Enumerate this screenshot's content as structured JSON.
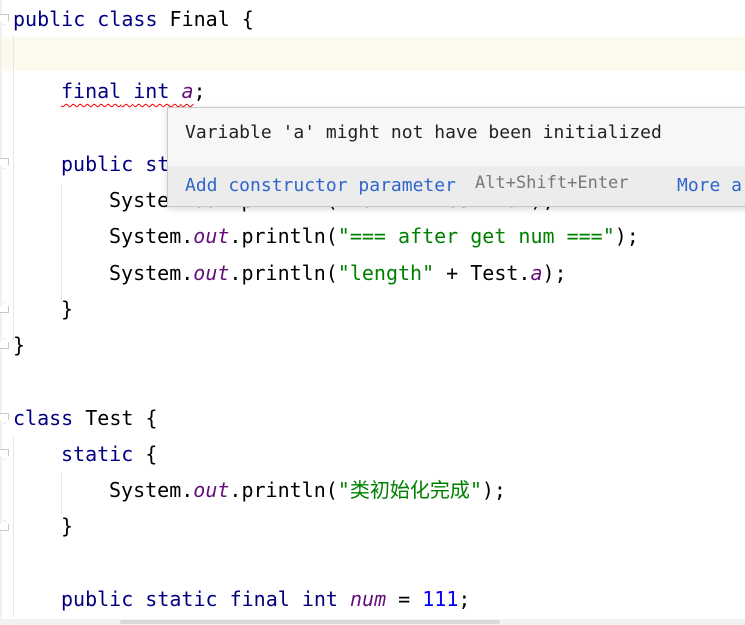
{
  "editor": {
    "lines": {
      "l1": {
        "kw": "public class",
        "rest": " Final {"
      },
      "l3": {
        "kw1": "final",
        "kw2": "int",
        "var": "a",
        "semi": ";"
      },
      "l5": {
        "kw": "public st"
      },
      "l6": {
        "text": "System.out.println(\"num\" + Test.num);"
      },
      "l7": {
        "pre": "System.",
        "field": "out",
        "mid": ".println(",
        "str": "\"=== after get num ===\"",
        "end": ");"
      },
      "l8": {
        "pre": "System.",
        "field": "out",
        "mid": ".println(",
        "str": "\"length\"",
        "plus": " + Test.",
        "field2": "a",
        "end": ");"
      },
      "l9": {
        "text": "}"
      },
      "l10": {
        "text": "}"
      },
      "l12": {
        "kw": "class",
        "rest": " Test {"
      },
      "l13": {
        "kw": "static",
        "rest": " {"
      },
      "l14": {
        "pre": "System.",
        "field": "out",
        "mid": ".println(",
        "str": "\"类初始化完成\"",
        "end": ");"
      },
      "l15": {
        "text": "}"
      },
      "l17": {
        "kw": "public static final int",
        "field": "num",
        "eq": " = ",
        "num": "111",
        "end": ";"
      }
    }
  },
  "inspection_popup": {
    "message": "Variable 'a' might not have been initialized",
    "fix_action": "Add constructor parameter",
    "shortcut": "Alt+Shift+Enter",
    "more_actions": "More a"
  },
  "colors": {
    "keyword": "#000080",
    "field": "#660e7a",
    "string": "#008000",
    "number": "#0000ff",
    "caret_line": "#fcfaed",
    "link": "#2f65ca",
    "error_underline": "#ff0000"
  }
}
